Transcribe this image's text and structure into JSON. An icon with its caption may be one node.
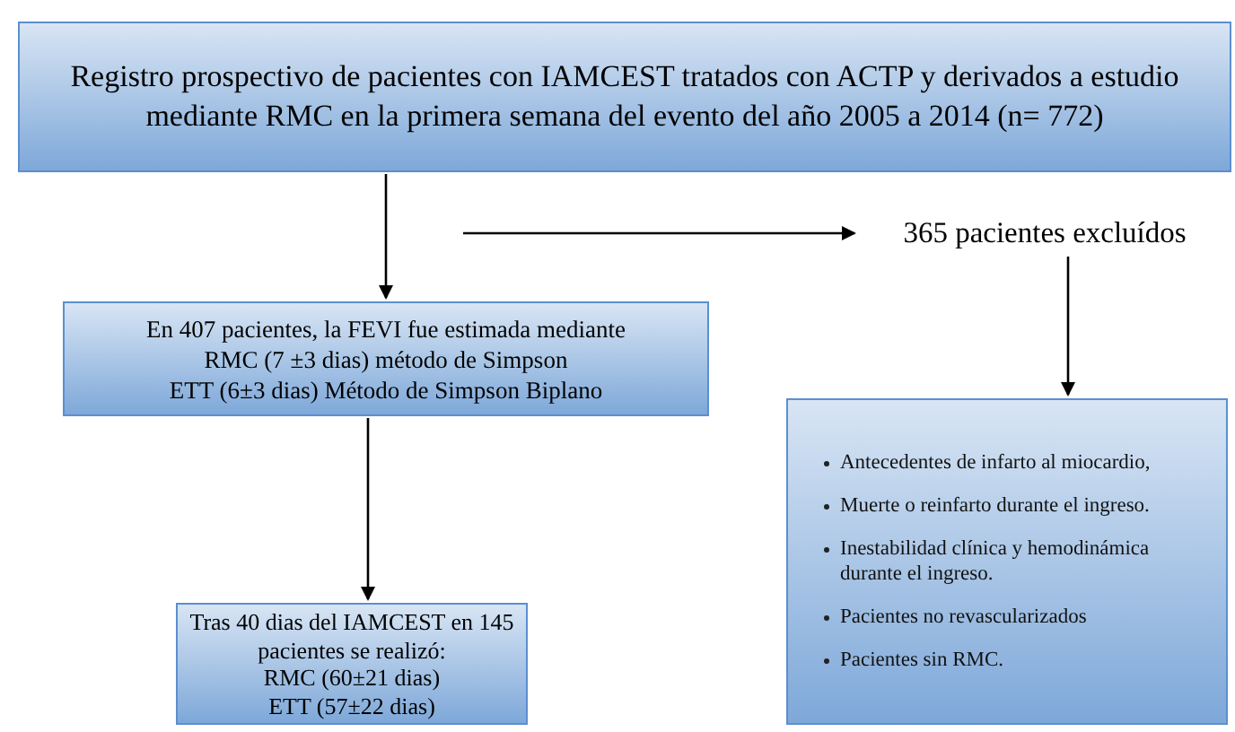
{
  "diagram": {
    "nodes": [
      {
        "text": [
          "Registro prospectivo de pacientes con IAMCEST tratados con ACTP y derivados a estudio mediante RMC en la primera semana del evento del año 2005 a 2014 (n= 772)"
        ]
      },
      {
        "text": [
          "En 407 pacientes, la FEVI fue estimada mediante",
          "RMC (7 ±3 dias) método de Simpson",
          "ETT (6±3 dias) Método de Simpson Biplano"
        ]
      },
      {
        "text": [
          "365 pacientes excluídos"
        ]
      },
      {
        "text": [
          "Antecedentes de infarto al miocardio,",
          "Muerte o reinfarto durante el ingreso.",
          "Inestabilidad clínica y hemodinámica durante el ingreso.",
          "Pacientes no revascularizados",
          "Pacientes sin RMC."
        ]
      },
      {
        "text": [
          "Tras 40 dias del IAMCEST en 145 pacientes se realizó:",
          "RMC (60±21 dias)",
          "ETT (57±22 dias)"
        ]
      }
    ],
    "edges": [
      {
        "from": 0,
        "to": 1,
        "arrow": "to"
      },
      {
        "from": null,
        "to": 2,
        "arrow": "to"
      },
      {
        "from": 2,
        "to": 3,
        "arrow": "to"
      },
      {
        "from": 1,
        "to": 4,
        "arrow": "to"
      }
    ]
  }
}
